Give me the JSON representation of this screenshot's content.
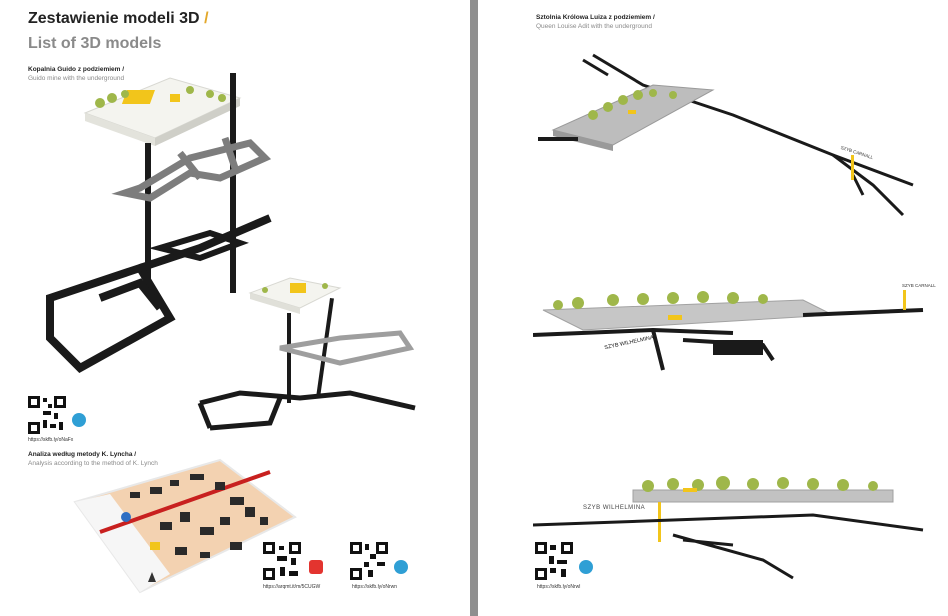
{
  "left_page": {
    "title_pl": "Zestawienie modeli 3D",
    "title_slash": "/",
    "title_en": "List of 3D models",
    "section1": {
      "caption_pl": "Kopalnia Guido z podziemiem  /",
      "caption_en": "Guido mine with the underground",
      "qr_url": "https://skfb.ly/oNaFx"
    },
    "section2": {
      "caption_pl": "Analiza według metody K. Lyncha /",
      "caption_en": "Analysis according to the method of K. Lynch",
      "qr1_url": "https://arqmt.it/m/5CUGW",
      "qr2_url": "https://skfb.ly/oNrwn"
    }
  },
  "right_page": {
    "caption_pl": "Sztolnia Królowa Luiza z podziemiem /",
    "caption_en": "Queen Louise Adit with the underground",
    "label_carnall_1": "SZYB CARNALL",
    "label_carnall_2": "SZYB CARNALL",
    "label_wilhelmina_1": "SZYB WILHELMINA",
    "label_wilhelmina_2": "SZYB WILHELMINA",
    "qr_url": "https://skfb.ly/oNrwl"
  },
  "colors": {
    "accent": "#e3a82b",
    "sketchfab_blue": "#2f9fd5",
    "augment_red": "#e3342f",
    "tunnel_black": "#1a1a1a",
    "tunnel_gray": "#7d7d7d",
    "building_yellow": "#f2c51b",
    "tree_green": "#9fb74a"
  },
  "icons": [
    "qr-code-icon",
    "sketchfab-icon",
    "augment-icon",
    "north-arrow-icon"
  ]
}
